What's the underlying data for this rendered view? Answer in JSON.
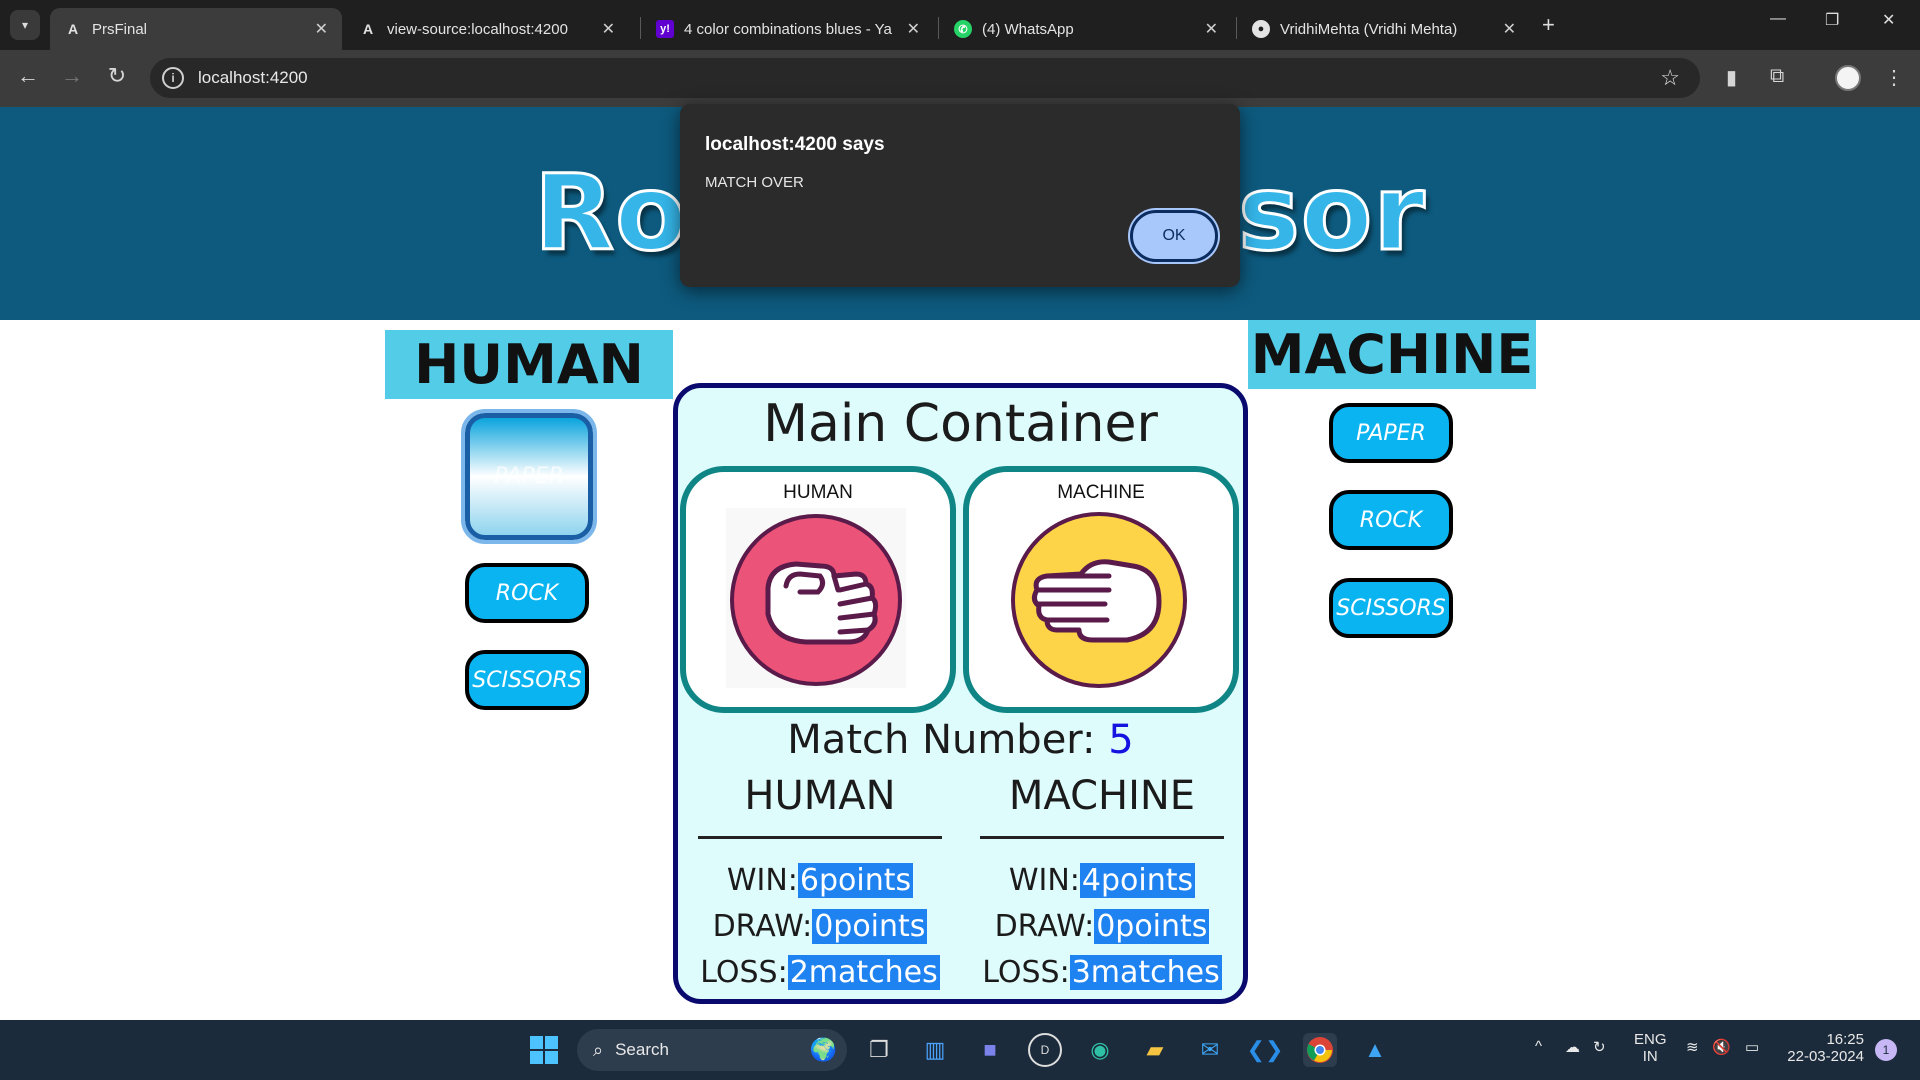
{
  "browser": {
    "tabs": [
      {
        "title": "PrsFinal",
        "icon": "angular-icon",
        "active": true
      },
      {
        "title": "view-source:localhost:4200",
        "icon": "angular-icon",
        "active": false
      },
      {
        "title": "4 color combinations blues - Ya",
        "icon": "yahoo-icon",
        "active": false
      },
      {
        "title": "(4) WhatsApp",
        "icon": "whatsapp-icon",
        "active": false
      },
      {
        "title": "VridhiMehta (Vridhi Mehta)",
        "icon": "github-icon",
        "active": false
      }
    ],
    "url": "localhost:4200"
  },
  "page": {
    "logo_left": "Roc",
    "logo_right": "sor",
    "human_header": "HUMAN",
    "machine_header": "MACHINE",
    "human_buttons": [
      "PAPER",
      "ROCK",
      "SCISSORS"
    ],
    "machine_buttons": [
      "PAPER",
      "ROCK",
      "SCISSORS"
    ],
    "main": {
      "title": "Main Container",
      "human_label": "HUMAN",
      "machine_label": "MACHINE",
      "match_label": "Match Number:",
      "match_number": "5",
      "human_score_title": "HUMAN",
      "machine_score_title": "MACHINE",
      "human_stats": [
        {
          "label": "WIN:",
          "value": "6points"
        },
        {
          "label": "DRAW:",
          "value": "0points"
        },
        {
          "label": "LOSS:",
          "value": "2matches"
        }
      ],
      "machine_stats": [
        {
          "label": "WIN:",
          "value": "4points"
        },
        {
          "label": "DRAW:",
          "value": "0points"
        },
        {
          "label": "LOSS:",
          "value": "3matches"
        }
      ]
    }
  },
  "dialog": {
    "title": "localhost:4200 says",
    "message": "MATCH OVER",
    "ok_label": "OK"
  },
  "taskbar": {
    "search_label": "Search",
    "lang_top": "ENG",
    "lang_bottom": "IN",
    "time": "16:25",
    "date": "22-03-2024",
    "notification_count": "1"
  },
  "colors": {
    "header_bg": "#0d5a7e",
    "side_header_bg": "#53cce8",
    "choice_btn_bg": "#0ab4f0",
    "main_bg": "#dffcfd",
    "card_border": "#0f8585",
    "stat_highlight": "#1e82f0",
    "match_number": "#1413e0"
  }
}
